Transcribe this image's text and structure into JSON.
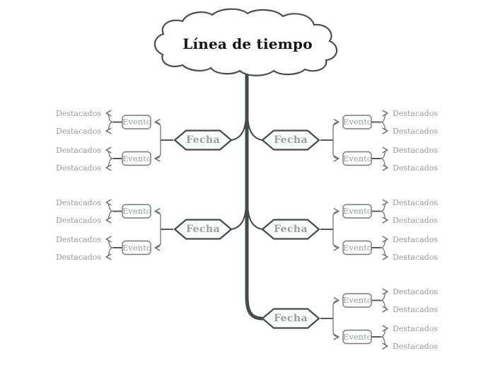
{
  "central": {
    "label": "Línea de tiempo"
  },
  "branches": [
    {
      "position": "left-top",
      "date_label": "Fecha",
      "events": [
        {
          "label": "Evento",
          "highlights": [
            "Destacados",
            "Destacados"
          ]
        },
        {
          "label": "Evento",
          "highlights": [
            "Destacados",
            "Destacados"
          ]
        }
      ]
    },
    {
      "position": "right-top",
      "date_label": "Fecha",
      "events": [
        {
          "label": "Evento",
          "highlights": [
            "Destacados",
            "Destacados"
          ]
        },
        {
          "label": "Evento",
          "highlights": [
            "Destacados",
            "Destacados"
          ]
        }
      ]
    },
    {
      "position": "left-middle",
      "date_label": "Fecha",
      "events": [
        {
          "label": "Evento",
          "highlights": [
            "Destacados",
            "Destacados"
          ]
        },
        {
          "label": "Evento",
          "highlights": [
            "Destacados",
            "Destacados"
          ]
        }
      ]
    },
    {
      "position": "right-middle",
      "date_label": "Fecha",
      "events": [
        {
          "label": "Evento",
          "highlights": [
            "Destacados",
            "Destacados"
          ]
        },
        {
          "label": "Evento",
          "highlights": [
            "Destacados",
            "Destacados"
          ]
        }
      ]
    },
    {
      "position": "right-bottom",
      "date_label": "Fecha",
      "events": [
        {
          "label": "Evento",
          "highlights": [
            "Destacados",
            "Destacados"
          ]
        },
        {
          "label": "Evento",
          "highlights": [
            "Destacados",
            "Destacados"
          ]
        }
      ]
    }
  ],
  "colors": {
    "trunk": "#454b4d",
    "cloud_border": "#4a5051",
    "connector": "#6f7676",
    "box_border": "#757b7b",
    "hexagon_fill": "#f8faf8",
    "node_text": "#9aa1a1",
    "highlight_text": "#969d9d",
    "title_text": "#161616"
  }
}
